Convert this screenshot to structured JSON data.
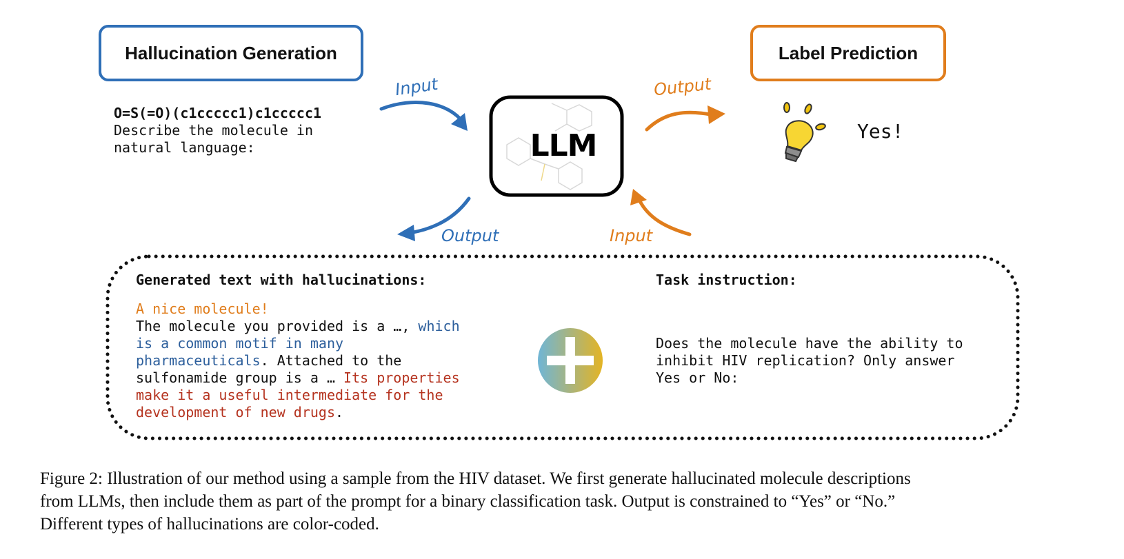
{
  "hallucination_generation": {
    "title": "Hallucination Generation",
    "smiles": "O=S(=O)(c1ccccc1)c1ccccc1",
    "prompt_line1": "Describe the molecule in",
    "prompt_line2": "natural language:"
  },
  "label_prediction": {
    "title": "Label Prediction",
    "answer": "Yes!"
  },
  "llm": {
    "label": "LLM"
  },
  "arrows": {
    "input_top": "Input",
    "output_top": "Output",
    "output_bottom": "Output",
    "input_bottom": "Input"
  },
  "generated": {
    "heading": "Generated text with hallucinations:",
    "l1": "A nice molecule!",
    "l2a": "The molecule you provided is a …, ",
    "l2b": "which",
    "l3": "is a common motif in many",
    "l4a": "pharmaceuticals",
    "l4b": ". Attached to the",
    "l5a": "sulfonamide group is a … ",
    "l5b": "Its properties",
    "l6": "make it a useful intermediate for the",
    "l7a": "development of new drugs",
    "l7b": "."
  },
  "task": {
    "heading": "Task instruction:",
    "l1": "Does the molecule have the ability to",
    "l2": "inhibit HIV replication? Only answer",
    "l3": "Yes or No:"
  },
  "caption": {
    "line1": "Figure 2: Illustration of our method using a sample from the HIV dataset. We first generate hallucinated molecule descriptions",
    "line2": "from LLMs, then include them as part of the prompt for a binary classification task. Output is constrained to “Yes” or “No.”",
    "line3": "Different types of hallucinations are color-coded."
  },
  "colors": {
    "blue": "#2f6fb7",
    "orange": "#e07d1c",
    "hallucination_orange": "#e07d1c",
    "hallucination_blue": "#2d5f9c",
    "hallucination_red": "#b5331f"
  },
  "icons": [
    "lightbulb-icon",
    "plus-icon",
    "molecule-watermark"
  ]
}
